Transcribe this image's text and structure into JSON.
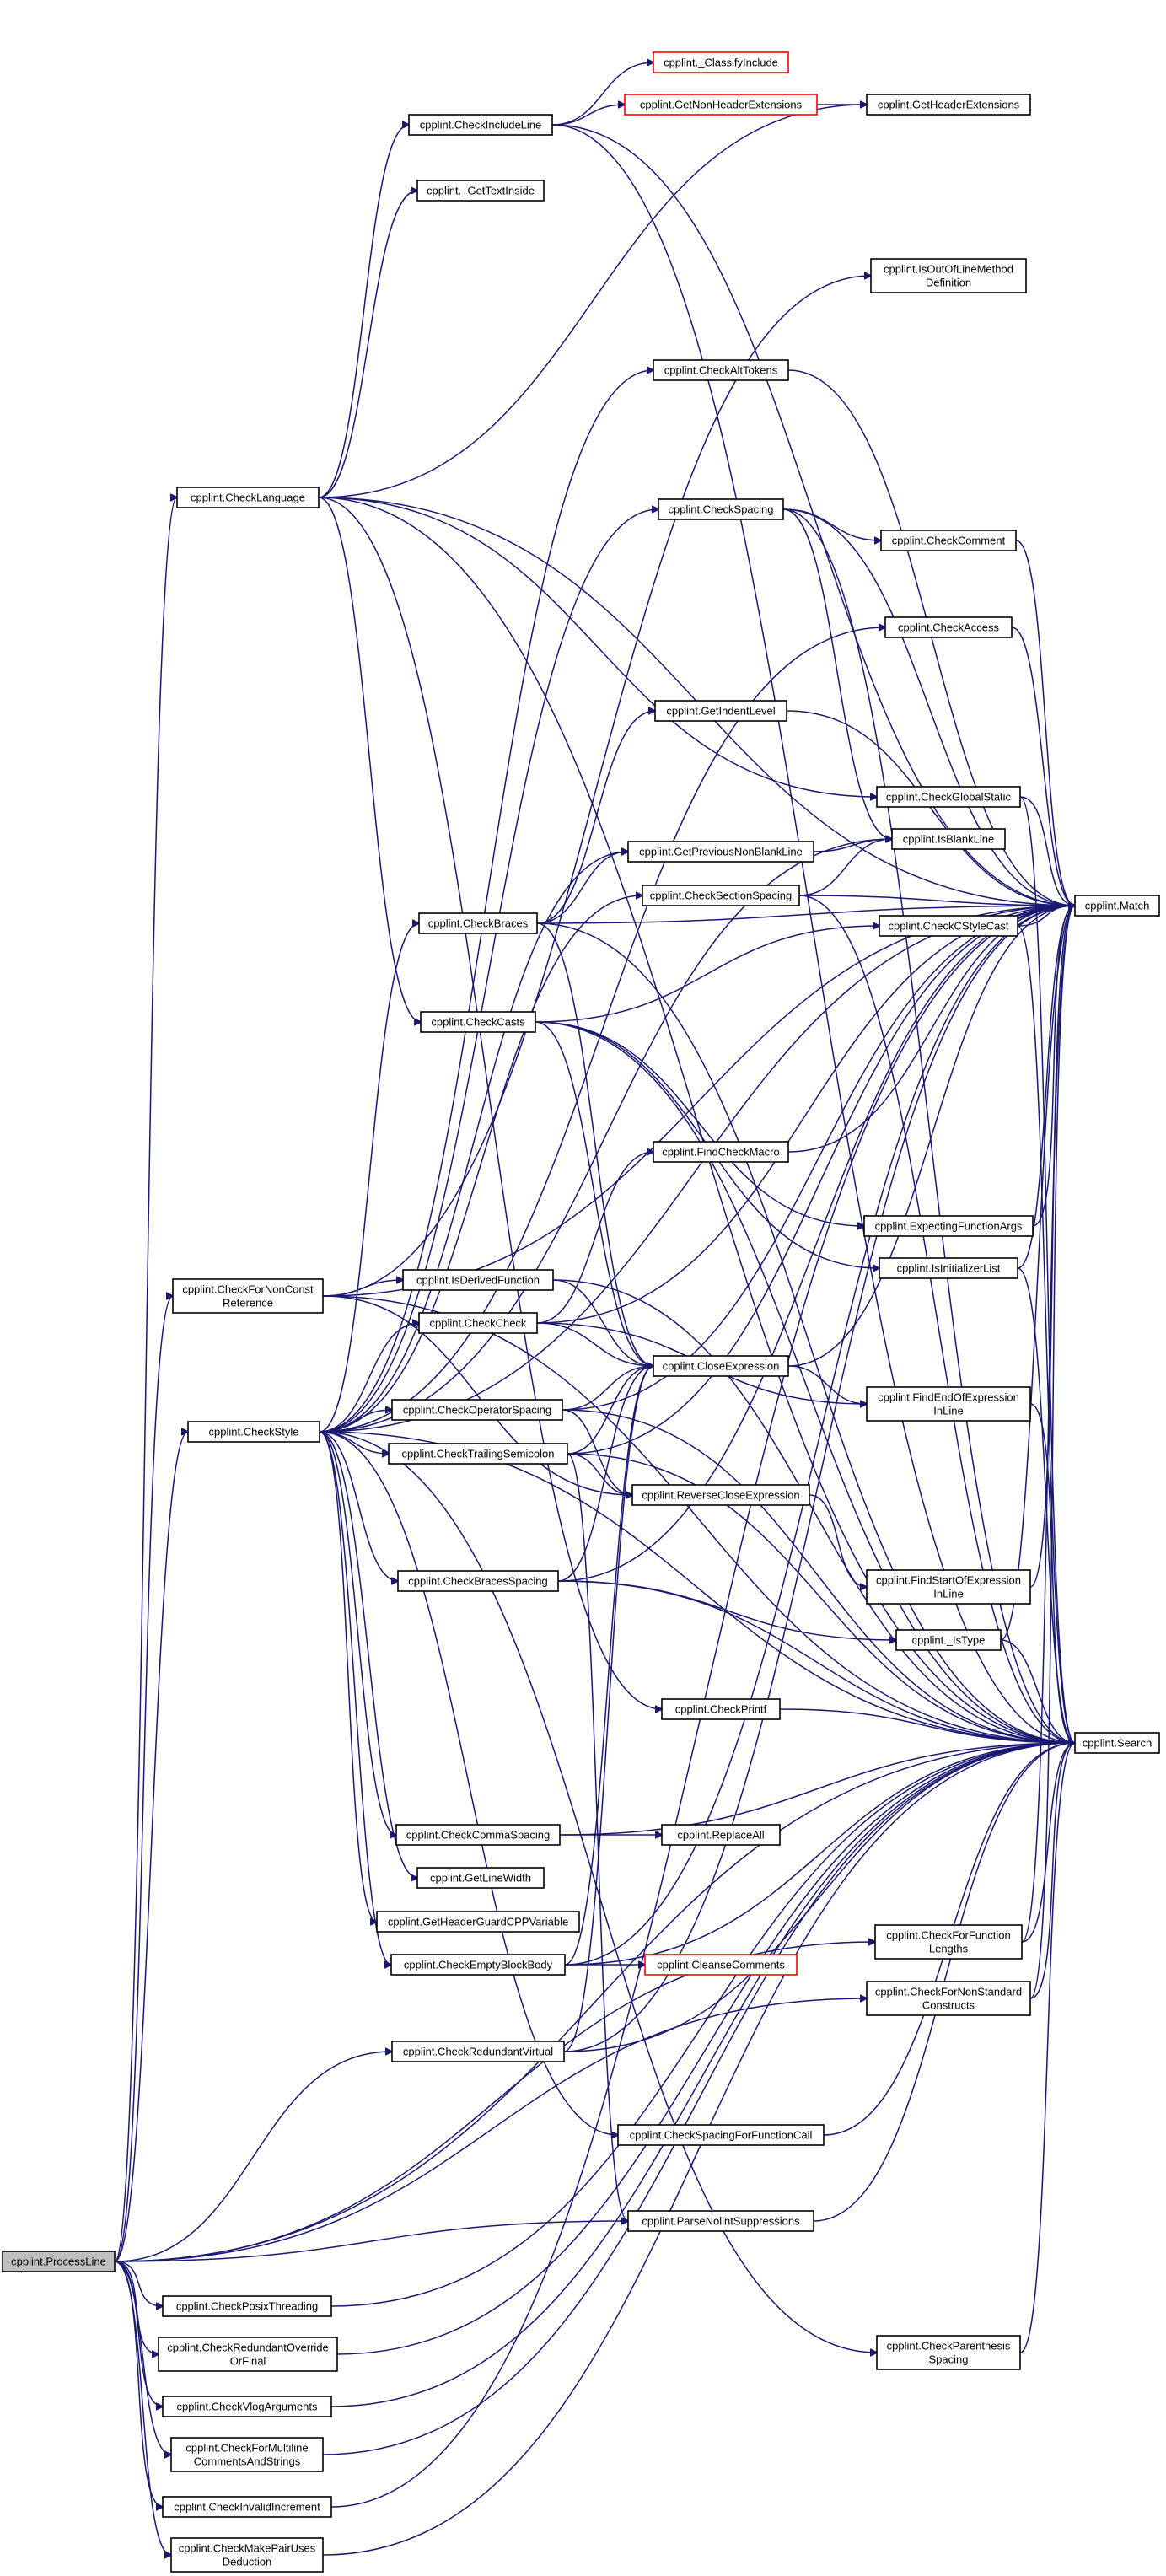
{
  "colors": {
    "edge": "#191970",
    "node_border": "#000000",
    "missing_node_border": "#ff0000",
    "root_fill": "#bfbfbf"
  },
  "nodes": [
    {
      "id": "ProcessLine",
      "lines": [
        "cpplint.ProcessLine"
      ]
    },
    {
      "id": "CheckLanguage",
      "lines": [
        "cpplint.CheckLanguage"
      ]
    },
    {
      "id": "CheckForNonConstReference",
      "lines": [
        "cpplint.CheckForNonConst",
        "Reference"
      ]
    },
    {
      "id": "CheckStyle",
      "lines": [
        "cpplint.CheckStyle"
      ]
    },
    {
      "id": "CheckPosixThreading",
      "lines": [
        "cpplint.CheckPosixThreading"
      ]
    },
    {
      "id": "CheckRedundantOverrideOrFinal",
      "lines": [
        "cpplint.CheckRedundantOverride",
        "OrFinal"
      ]
    },
    {
      "id": "CheckVlogArguments",
      "lines": [
        "cpplint.CheckVlogArguments"
      ]
    },
    {
      "id": "CheckForMultilineCommentsAndStrings",
      "lines": [
        "cpplint.CheckForMultiline",
        "CommentsAndStrings"
      ]
    },
    {
      "id": "CheckInvalidIncrement",
      "lines": [
        "cpplint.CheckInvalidIncrement"
      ]
    },
    {
      "id": "CheckMakePairUsesDeduction",
      "lines": [
        "cpplint.CheckMakePairUses",
        "Deduction"
      ]
    },
    {
      "id": "CheckIncludeLine",
      "lines": [
        "cpplint.CheckIncludeLine"
      ]
    },
    {
      "id": "GetTextInside",
      "lines": [
        "cpplint._GetTextInside"
      ]
    },
    {
      "id": "CheckBraces",
      "lines": [
        "cpplint.CheckBraces"
      ]
    },
    {
      "id": "CheckCasts",
      "lines": [
        "cpplint.CheckCasts"
      ]
    },
    {
      "id": "IsDerivedFunction",
      "lines": [
        "cpplint.IsDerivedFunction"
      ]
    },
    {
      "id": "CheckCheck",
      "lines": [
        "cpplint.CheckCheck"
      ]
    },
    {
      "id": "CheckOperatorSpacing",
      "lines": [
        "cpplint.CheckOperatorSpacing"
      ]
    },
    {
      "id": "CheckTrailingSemicolon",
      "lines": [
        "cpplint.CheckTrailingSemicolon"
      ]
    },
    {
      "id": "CheckBracesSpacing",
      "lines": [
        "cpplint.CheckBracesSpacing"
      ]
    },
    {
      "id": "CheckCommaSpacing",
      "lines": [
        "cpplint.CheckCommaSpacing"
      ]
    },
    {
      "id": "GetLineWidth",
      "lines": [
        "cpplint.GetLineWidth"
      ]
    },
    {
      "id": "GetHeaderGuardCPPVariable",
      "lines": [
        "cpplint.GetHeaderGuardCPPVariable"
      ]
    },
    {
      "id": "CheckEmptyBlockBody",
      "lines": [
        "cpplint.CheckEmptyBlockBody"
      ]
    },
    {
      "id": "CheckRedundantVirtual",
      "lines": [
        "cpplint.CheckRedundantVirtual"
      ]
    },
    {
      "id": "ClassifyInclude",
      "lines": [
        "cpplint._ClassifyInclude"
      ],
      "missing": true
    },
    {
      "id": "GetNonHeaderExtensions",
      "lines": [
        "cpplint.GetNonHeaderExtensions"
      ],
      "missing": true
    },
    {
      "id": "CheckAltTokens",
      "lines": [
        "cpplint.CheckAltTokens"
      ]
    },
    {
      "id": "CheckSpacing",
      "lines": [
        "cpplint.CheckSpacing"
      ]
    },
    {
      "id": "GetIndentLevel",
      "lines": [
        "cpplint.GetIndentLevel"
      ]
    },
    {
      "id": "GetPreviousNonBlankLine",
      "lines": [
        "cpplint.GetPreviousNonBlankLine"
      ]
    },
    {
      "id": "CheckSectionSpacing",
      "lines": [
        "cpplint.CheckSectionSpacing"
      ]
    },
    {
      "id": "FindCheckMacro",
      "lines": [
        "cpplint.FindCheckMacro"
      ]
    },
    {
      "id": "CloseExpression",
      "lines": [
        "cpplint.CloseExpression"
      ]
    },
    {
      "id": "ReverseCloseExpression",
      "lines": [
        "cpplint.ReverseCloseExpression"
      ]
    },
    {
      "id": "CheckPrintf",
      "lines": [
        "cpplint.CheckPrintf"
      ]
    },
    {
      "id": "ReplaceAll",
      "lines": [
        "cpplint.ReplaceAll"
      ]
    },
    {
      "id": "CleanseComments",
      "lines": [
        "cpplint.CleanseComments"
      ],
      "missing": true
    },
    {
      "id": "CheckSpacingForFunctionCall",
      "lines": [
        "cpplint.CheckSpacingForFunctionCall"
      ]
    },
    {
      "id": "ParseNolintSuppressions",
      "lines": [
        "cpplint.ParseNolintSuppressions"
      ]
    },
    {
      "id": "GetHeaderExtensions",
      "lines": [
        "cpplint.GetHeaderExtensions"
      ]
    },
    {
      "id": "IsOutOfLineMethodDefinition",
      "lines": [
        "cpplint.IsOutOfLineMethod",
        "Definition"
      ]
    },
    {
      "id": "CheckComment",
      "lines": [
        "cpplint.CheckComment"
      ]
    },
    {
      "id": "CheckAccess",
      "lines": [
        "cpplint.CheckAccess"
      ]
    },
    {
      "id": "CheckGlobalStatic",
      "lines": [
        "cpplint.CheckGlobalStatic"
      ]
    },
    {
      "id": "IsBlankLine",
      "lines": [
        "cpplint.IsBlankLine"
      ]
    },
    {
      "id": "CheckCStyleCast",
      "lines": [
        "cpplint.CheckCStyleCast"
      ]
    },
    {
      "id": "ExpectingFunctionArgs",
      "lines": [
        "cpplint.ExpectingFunctionArgs"
      ]
    },
    {
      "id": "IsInitializerList",
      "lines": [
        "cpplint.IsInitializerList"
      ]
    },
    {
      "id": "FindEndOfExpressionInLine",
      "lines": [
        "cpplint.FindEndOfExpression",
        "InLine"
      ]
    },
    {
      "id": "FindStartOfExpressionInLine",
      "lines": [
        "cpplint.FindStartOfExpression",
        "InLine"
      ]
    },
    {
      "id": "IsType",
      "lines": [
        "cpplint._IsType"
      ]
    },
    {
      "id": "CheckForFunctionLengths",
      "lines": [
        "cpplint.CheckForFunction",
        "Lengths"
      ]
    },
    {
      "id": "CheckForNonStandardConstructs",
      "lines": [
        "cpplint.CheckForNonStandard",
        "Constructs"
      ]
    },
    {
      "id": "CheckParenthesisSpacing",
      "lines": [
        "cpplint.CheckParenthesis",
        "Spacing"
      ]
    },
    {
      "id": "Match",
      "lines": [
        "cpplint.Match"
      ]
    },
    {
      "id": "Search",
      "lines": [
        "cpplint.Search"
      ]
    }
  ],
  "edges": [
    [
      "ProcessLine",
      "CheckLanguage"
    ],
    [
      "ProcessLine",
      "CheckForNonConstReference"
    ],
    [
      "ProcessLine",
      "CheckStyle"
    ],
    [
      "ProcessLine",
      "CheckPosixThreading"
    ],
    [
      "ProcessLine",
      "CheckRedundantOverrideOrFinal"
    ],
    [
      "ProcessLine",
      "CheckVlogArguments"
    ],
    [
      "ProcessLine",
      "CheckForMultilineCommentsAndStrings"
    ],
    [
      "ProcessLine",
      "CheckInvalidIncrement"
    ],
    [
      "ProcessLine",
      "CheckMakePairUsesDeduction"
    ],
    [
      "ProcessLine",
      "CheckRedundantVirtual"
    ],
    [
      "ProcessLine",
      "ParseNolintSuppressions"
    ],
    [
      "ProcessLine",
      "CheckForFunctionLengths"
    ],
    [
      "ProcessLine",
      "CheckForNonStandardConstructs"
    ],
    [
      "ProcessLine",
      "Search"
    ],
    [
      "CheckLanguage",
      "CheckIncludeLine"
    ],
    [
      "CheckLanguage",
      "GetTextInside"
    ],
    [
      "CheckLanguage",
      "GetHeaderExtensions"
    ],
    [
      "CheckLanguage",
      "CheckCasts"
    ],
    [
      "CheckLanguage",
      "CheckGlobalStatic"
    ],
    [
      "CheckLanguage",
      "CheckPrintf"
    ],
    [
      "CheckLanguage",
      "Match"
    ],
    [
      "CheckLanguage",
      "Search"
    ],
    [
      "CheckIncludeLine",
      "ClassifyInclude"
    ],
    [
      "CheckIncludeLine",
      "GetNonHeaderExtensions"
    ],
    [
      "CheckIncludeLine",
      "Match"
    ],
    [
      "GetNonHeaderExtensions",
      "GetHeaderExtensions"
    ],
    [
      "CheckForNonConstReference",
      "IsOutOfLineMethodDefinition"
    ],
    [
      "CheckForNonConstReference",
      "IsDerivedFunction"
    ],
    [
      "CheckForNonConstReference",
      "ReverseCloseExpression"
    ],
    [
      "CheckForNonConstReference",
      "Match"
    ],
    [
      "CheckForNonConstReference",
      "Search"
    ],
    [
      "CheckStyle",
      "CheckAltTokens"
    ],
    [
      "CheckStyle",
      "CheckSpacing"
    ],
    [
      "CheckStyle",
      "CheckAccess"
    ],
    [
      "CheckStyle",
      "CheckBraces"
    ],
    [
      "CheckStyle",
      "CheckCheck"
    ],
    [
      "CheckStyle",
      "CheckOperatorSpacing"
    ],
    [
      "CheckStyle",
      "CheckTrailingSemicolon"
    ],
    [
      "CheckStyle",
      "CheckBracesSpacing"
    ],
    [
      "CheckStyle",
      "CheckCommaSpacing"
    ],
    [
      "CheckStyle",
      "GetLineWidth"
    ],
    [
      "CheckStyle",
      "GetHeaderGuardCPPVariable"
    ],
    [
      "CheckStyle",
      "CheckEmptyBlockBody"
    ],
    [
      "CheckStyle",
      "CheckSectionSpacing"
    ],
    [
      "CheckStyle",
      "CheckSpacingForFunctionCall"
    ],
    [
      "CheckStyle",
      "CheckParenthesisSpacing"
    ],
    [
      "CheckStyle",
      "GetPreviousNonBlankLine"
    ],
    [
      "CheckStyle",
      "IsBlankLine"
    ],
    [
      "CheckStyle",
      "Match"
    ],
    [
      "CheckStyle",
      "Search"
    ],
    [
      "CheckAltTokens",
      "Match"
    ],
    [
      "CheckSpacing",
      "CheckComment"
    ],
    [
      "CheckSpacing",
      "IsBlankLine"
    ],
    [
      "CheckSpacing",
      "Match"
    ],
    [
      "CheckSpacing",
      "Search"
    ],
    [
      "CheckComment",
      "Match"
    ],
    [
      "CheckAccess",
      "Match"
    ],
    [
      "CheckGlobalStatic",
      "Match"
    ],
    [
      "CheckGlobalStatic",
      "Search"
    ],
    [
      "CheckBraces",
      "GetIndentLevel"
    ],
    [
      "CheckBraces",
      "GetPreviousNonBlankLine"
    ],
    [
      "CheckBraces",
      "CloseExpression"
    ],
    [
      "CheckBraces",
      "Match"
    ],
    [
      "CheckBraces",
      "Search"
    ],
    [
      "CheckCasts",
      "CheckCStyleCast"
    ],
    [
      "CheckCasts",
      "ExpectingFunctionArgs"
    ],
    [
      "CheckCasts",
      "IsInitializerList"
    ],
    [
      "CheckCasts",
      "CloseExpression"
    ],
    [
      "CheckCasts",
      "Search"
    ],
    [
      "CheckCStyleCast",
      "Match"
    ],
    [
      "CheckCStyleCast",
      "Search"
    ],
    [
      "ExpectingFunctionArgs",
      "Match"
    ],
    [
      "IsInitializerList",
      "Match"
    ],
    [
      "IsInitializerList",
      "Search"
    ],
    [
      "GetPreviousNonBlankLine",
      "IsBlankLine"
    ],
    [
      "CheckSectionSpacing",
      "IsBlankLine"
    ],
    [
      "CheckSectionSpacing",
      "Match"
    ],
    [
      "CheckSectionSpacing",
      "Search"
    ],
    [
      "GetIndentLevel",
      "Match"
    ],
    [
      "IsDerivedFunction",
      "CloseExpression"
    ],
    [
      "IsDerivedFunction",
      "Search"
    ],
    [
      "CheckCheck",
      "FindCheckMacro"
    ],
    [
      "CheckCheck",
      "CloseExpression"
    ],
    [
      "CheckCheck",
      "FindEndOfExpressionInLine"
    ],
    [
      "CheckCheck",
      "Match"
    ],
    [
      "FindCheckMacro",
      "Match"
    ],
    [
      "CloseExpression",
      "FindEndOfExpressionInLine"
    ],
    [
      "CloseExpression",
      "Match"
    ],
    [
      "FindEndOfExpressionInLine",
      "Search"
    ],
    [
      "CheckOperatorSpacing",
      "CloseExpression"
    ],
    [
      "CheckOperatorSpacing",
      "ReverseCloseExpression"
    ],
    [
      "CheckOperatorSpacing",
      "Match"
    ],
    [
      "CheckOperatorSpacing",
      "Search"
    ],
    [
      "CheckTrailingSemicolon",
      "CloseExpression"
    ],
    [
      "CheckTrailingSemicolon",
      "ReverseCloseExpression"
    ],
    [
      "CheckTrailingSemicolon",
      "ParseNolintSuppressions"
    ],
    [
      "CheckTrailingSemicolon",
      "Match"
    ],
    [
      "CheckTrailingSemicolon",
      "Search"
    ],
    [
      "ReverseCloseExpression",
      "FindStartOfExpressionInLine"
    ],
    [
      "FindStartOfExpressionInLine",
      "Match"
    ],
    [
      "CheckBracesSpacing",
      "CloseExpression"
    ],
    [
      "CheckBracesSpacing",
      "IsType"
    ],
    [
      "CheckBracesSpacing",
      "Match"
    ],
    [
      "CheckBracesSpacing",
      "Search"
    ],
    [
      "IsType",
      "Match"
    ],
    [
      "IsType",
      "Search"
    ],
    [
      "CheckPrintf",
      "Search"
    ],
    [
      "CheckCommaSpacing",
      "ReplaceAll"
    ],
    [
      "CheckCommaSpacing",
      "Search"
    ],
    [
      "CheckEmptyBlockBody",
      "CleanseComments"
    ],
    [
      "CheckEmptyBlockBody",
      "CloseExpression"
    ],
    [
      "CheckEmptyBlockBody",
      "Match"
    ],
    [
      "CheckEmptyBlockBody",
      "Search"
    ],
    [
      "CheckRedundantVirtual",
      "CloseExpression"
    ],
    [
      "CheckRedundantVirtual",
      "Match"
    ],
    [
      "CheckRedundantVirtual",
      "Search"
    ],
    [
      "CheckSpacingForFunctionCall",
      "Search"
    ],
    [
      "ParseNolintSuppressions",
      "Search"
    ],
    [
      "CheckForFunctionLengths",
      "Match"
    ],
    [
      "CheckForFunctionLengths",
      "Search"
    ],
    [
      "CheckForNonStandardConstructs",
      "Match"
    ],
    [
      "CheckForNonStandardConstructs",
      "Search"
    ],
    [
      "CheckParenthesisSpacing",
      "Search"
    ],
    [
      "CheckPosixThreading",
      "Search"
    ],
    [
      "CheckRedundantOverrideOrFinal",
      "Search"
    ],
    [
      "CheckVlogArguments",
      "Search"
    ],
    [
      "CheckInvalidIncrement",
      "Match"
    ],
    [
      "CheckMakePairUsesDeduction",
      "Search"
    ],
    [
      "CheckForMultilineCommentsAndStrings",
      "Search"
    ],
    [
      "CheckIncludeLine",
      "Search"
    ]
  ]
}
